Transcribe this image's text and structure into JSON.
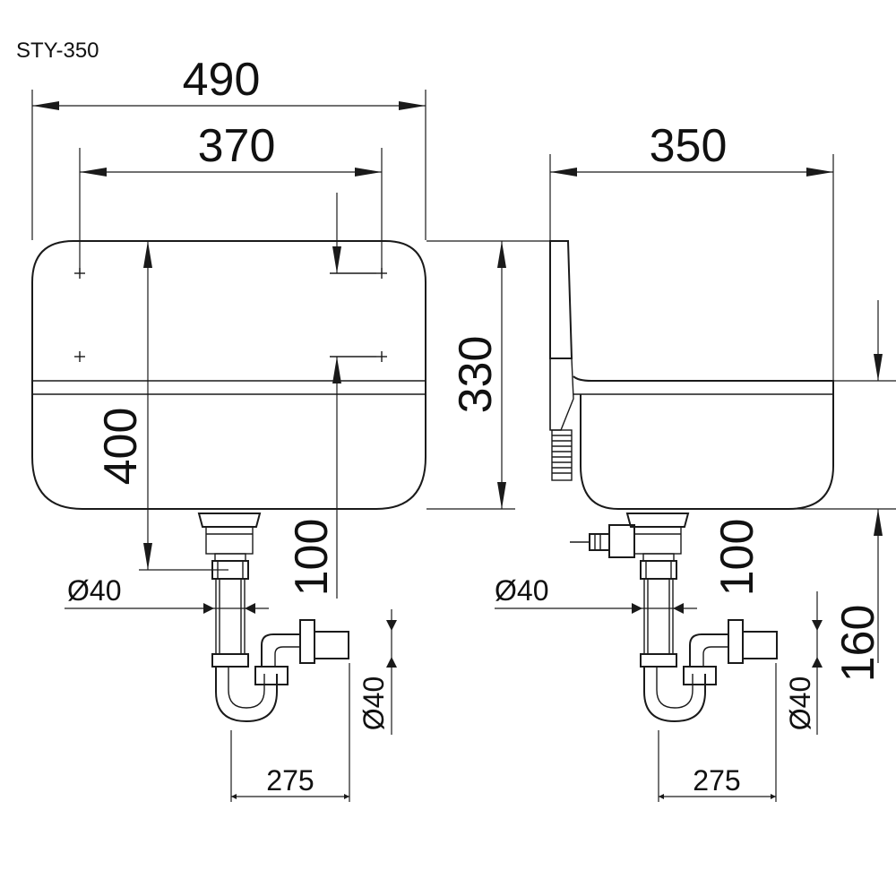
{
  "model": "STY-350",
  "front_view": {
    "overall_width": "490",
    "hole_spacing": "370",
    "tank_height": "330",
    "mount_height": "400",
    "outlet_height": "100",
    "pipe_diameter": "Ø40",
    "trap_diameter": "Ø40",
    "trap_offset": "275"
  },
  "side_view": {
    "depth": "350",
    "outlet_height": "100",
    "overflow_height": "160",
    "pipe_diameter": "Ø40",
    "trap_diameter": "Ø40",
    "trap_offset": "275"
  }
}
